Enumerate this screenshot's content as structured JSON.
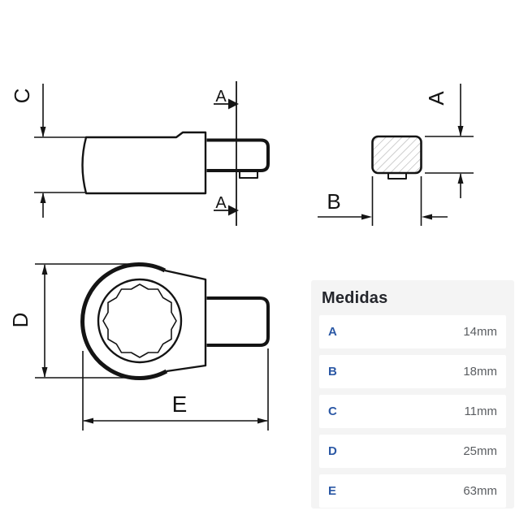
{
  "drawing": {
    "line_color": "#141414",
    "hatch_color": "#b5b5b5",
    "labels": {
      "A": "A",
      "B": "B",
      "C": "C",
      "D": "D",
      "E": "E"
    },
    "section_marker": "A"
  },
  "table": {
    "title": "Medidas",
    "accent_color": "#2b58a5",
    "rows": [
      {
        "label": "A",
        "value": "14mm"
      },
      {
        "label": "B",
        "value": "18mm"
      },
      {
        "label": "C",
        "value": "11mm"
      },
      {
        "label": "D",
        "value": "25mm"
      },
      {
        "label": "E",
        "value": "63mm"
      }
    ]
  }
}
